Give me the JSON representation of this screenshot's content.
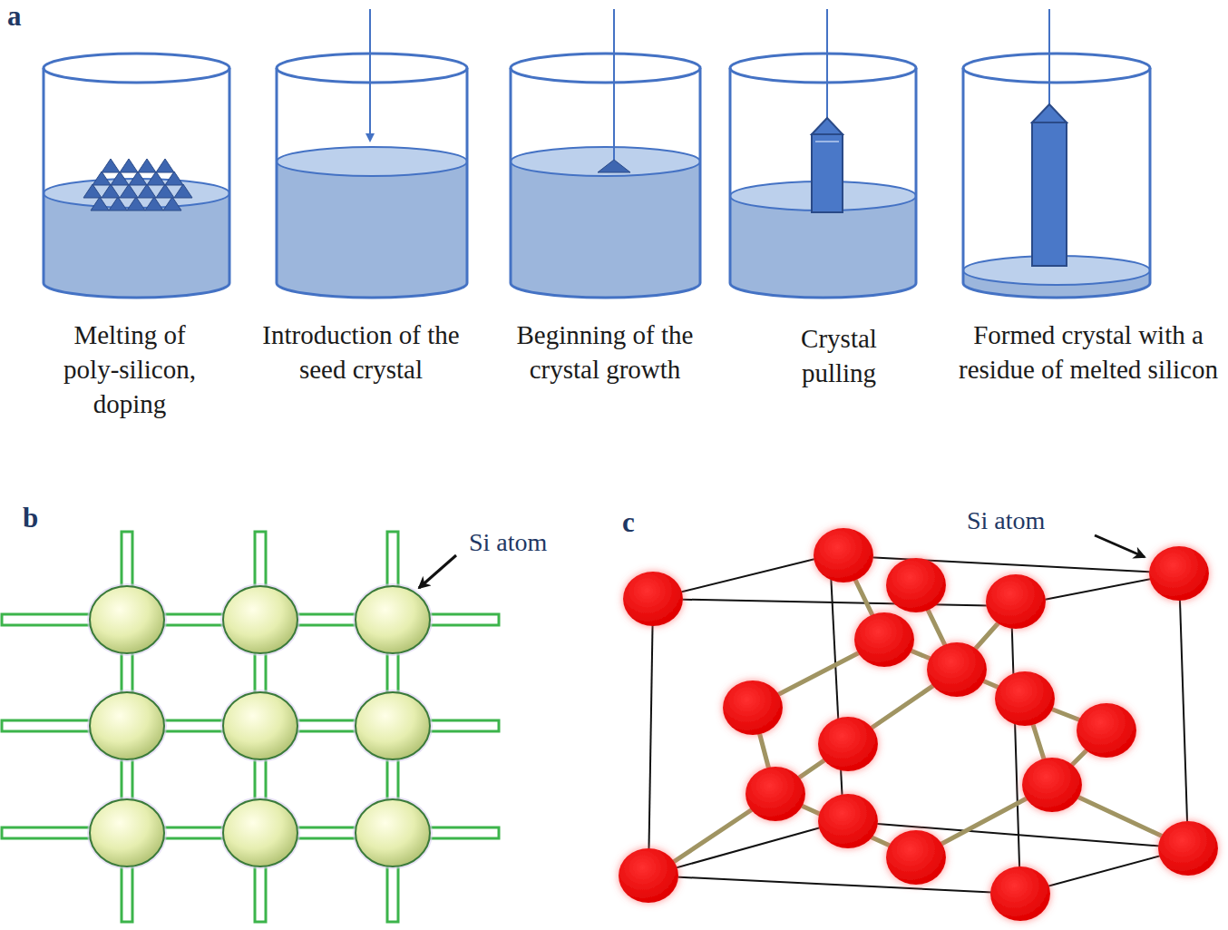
{
  "diagram": {
    "labels": [
      "a",
      "Melting of poly-silicon, doping",
      "Introduction of the seed crystal",
      "Beginning of the crystal growth",
      "Crystal pulling",
      "Formed crystal with a residue of melted silicon",
      "b",
      "Si atom",
      "c",
      "Si atom"
    ]
  }
}
